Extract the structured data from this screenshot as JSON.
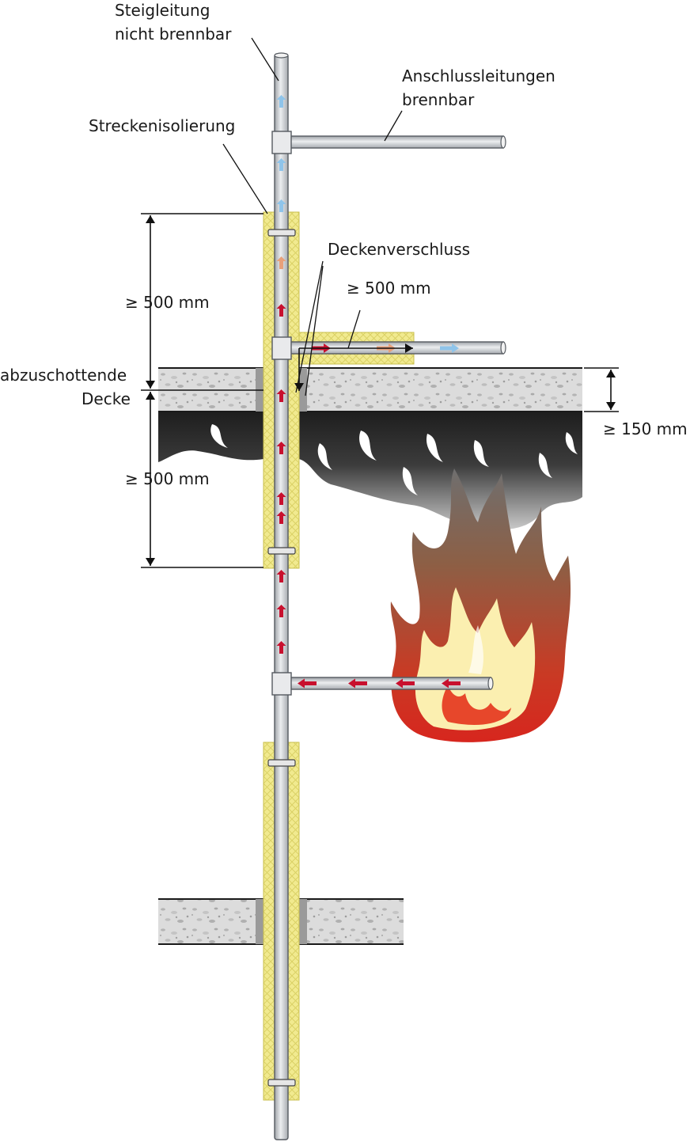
{
  "labels": {
    "steig_line1": "Steigleitung",
    "steig_line2": "nicht brennbar",
    "anschluss_line1": "Anschlussleitungen",
    "anschluss_line2": "brennbar",
    "strecken": "Streckenisolierung",
    "decken": "Deckenverschluss",
    "dim_top": "≥ 500 mm",
    "dim_branch": "≥ 500 mm",
    "abz_line1": "abzuschottende",
    "abz_line2": "Decke",
    "dim_bottom": "≥ 500 mm",
    "dim_slab": "≥ 150 mm"
  },
  "colors": {
    "insulation": "#f1ea8f",
    "pipe": "#c9ccd0",
    "concrete": "#d9d9d9",
    "smoke": "#2e2e2e",
    "flow_hot": "#c8102e",
    "flow_cool": "#8fc4ea",
    "flow_warm": "#e8a07a",
    "flame_red": "#d7261e",
    "flame_core": "#fbefb0"
  },
  "icons": {
    "flow_arrow": "arrow-icon",
    "fire": "fire-icon",
    "smoke": "smoke-icon"
  }
}
